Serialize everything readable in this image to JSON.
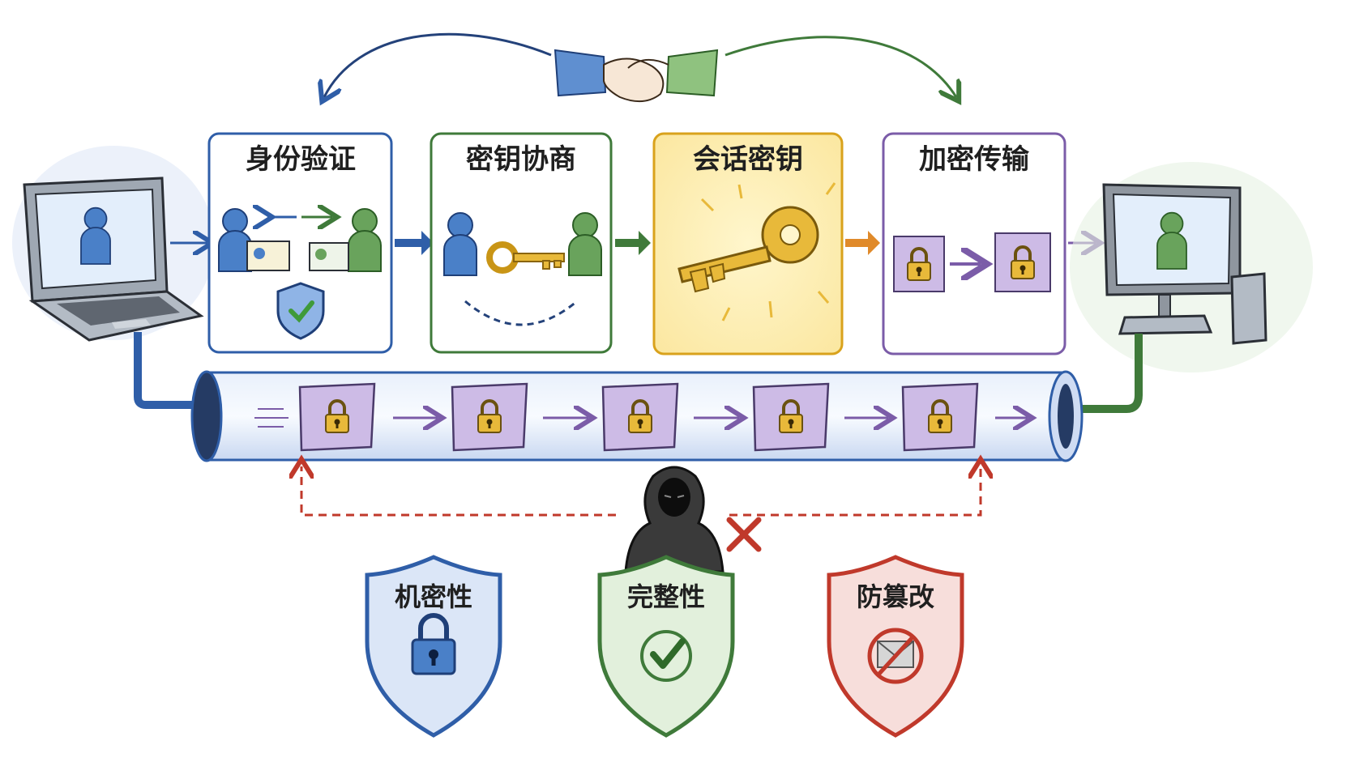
{
  "steps": [
    {
      "id": "identity",
      "title": "身份验证",
      "color": "#2f5ea8"
    },
    {
      "id": "key-negotiation",
      "title": "密钥协商",
      "color": "#3f7a3a"
    },
    {
      "id": "session-key",
      "title": "会话密钥",
      "color": "#d9a21c"
    },
    {
      "id": "encrypted-transfer",
      "title": "加密传输",
      "color": "#7b5ca8"
    }
  ],
  "properties": [
    {
      "id": "confidentiality",
      "title": "机密性",
      "color": "#2f5ea8",
      "icon": "lock-icon"
    },
    {
      "id": "integrity",
      "title": "完整性",
      "color": "#3f7a3a",
      "icon": "checkmark-icon"
    },
    {
      "id": "tamper-proof",
      "title": "防篡改",
      "color": "#c0392b",
      "icon": "no-tamper-icon"
    }
  ],
  "colors": {
    "blue": "#2f5ea8",
    "green": "#3f7a3a",
    "gold": "#e8b93a",
    "orange": "#e08a2a",
    "purple": "#7b5ca8",
    "red": "#c0392b",
    "tunnel": "#cfdcf3"
  },
  "icons": {
    "client": "laptop-icon",
    "server": "desktop-computer-icon",
    "handshake": "handshake-icon",
    "attacker": "hooded-attacker-icon",
    "blocked": "red-x-icon",
    "packet": "locked-packet-icon"
  }
}
